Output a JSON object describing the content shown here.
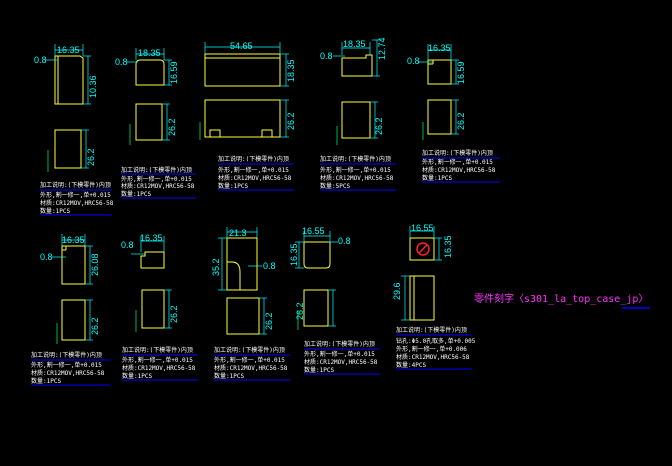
{
  "colors": {
    "background": "#000000",
    "outline": "#ffff33",
    "dimension": "#00ffff",
    "extension": "#00ff66",
    "note_text": "#ffffff",
    "underline": "#0000ff",
    "part_label": "#ff33ff",
    "marker": "#ff2222"
  },
  "part_label": "零件刻字〈s301_la_top_case_jp〉",
  "note_title": "加工说明:(下模零件)内顶",
  "note_tol": "外形,割一修一,单+0.015",
  "note_mat": "材质:CR12MOV,HRC56-58",
  "qty_1": "数量:1PCS",
  "qty_5": "数量:5PCS",
  "qty_4": "数量:4PCS",
  "extra_line1": "钻孔:Φ5.0孔取多,单+0.005",
  "extra_line2": "外形,割一修一,单+0.006",
  "parts": [
    {
      "id": "p1",
      "dims": [
        "16.35",
        "0.8",
        "10.36",
        "26.2"
      ]
    },
    {
      "id": "p2",
      "dims": [
        "18.35",
        "0.8",
        "16.59",
        "26.2"
      ]
    },
    {
      "id": "p3",
      "dims": [
        "54.65",
        "18.35",
        "26.2"
      ]
    },
    {
      "id": "p4",
      "dims": [
        "18.35",
        "12.74",
        "0.8",
        "26.2"
      ]
    },
    {
      "id": "p5",
      "dims": [
        "16.35",
        "0.8",
        "16.59",
        "26.2"
      ]
    },
    {
      "id": "p6",
      "dims": [
        "16.35",
        "0.8",
        "26.08",
        "26.2"
      ]
    },
    {
      "id": "p7",
      "dims": [
        "16.35",
        "0.8",
        "26.2"
      ]
    },
    {
      "id": "p8",
      "dims": [
        "21.3",
        "35.2",
        "0.8",
        "26.2"
      ]
    },
    {
      "id": "p9",
      "dims": [
        "16.55",
        "0.8",
        "16.35",
        "26.2"
      ]
    },
    {
      "id": "p10",
      "dims": [
        "16.55",
        "16.35",
        "29.6"
      ]
    }
  ]
}
